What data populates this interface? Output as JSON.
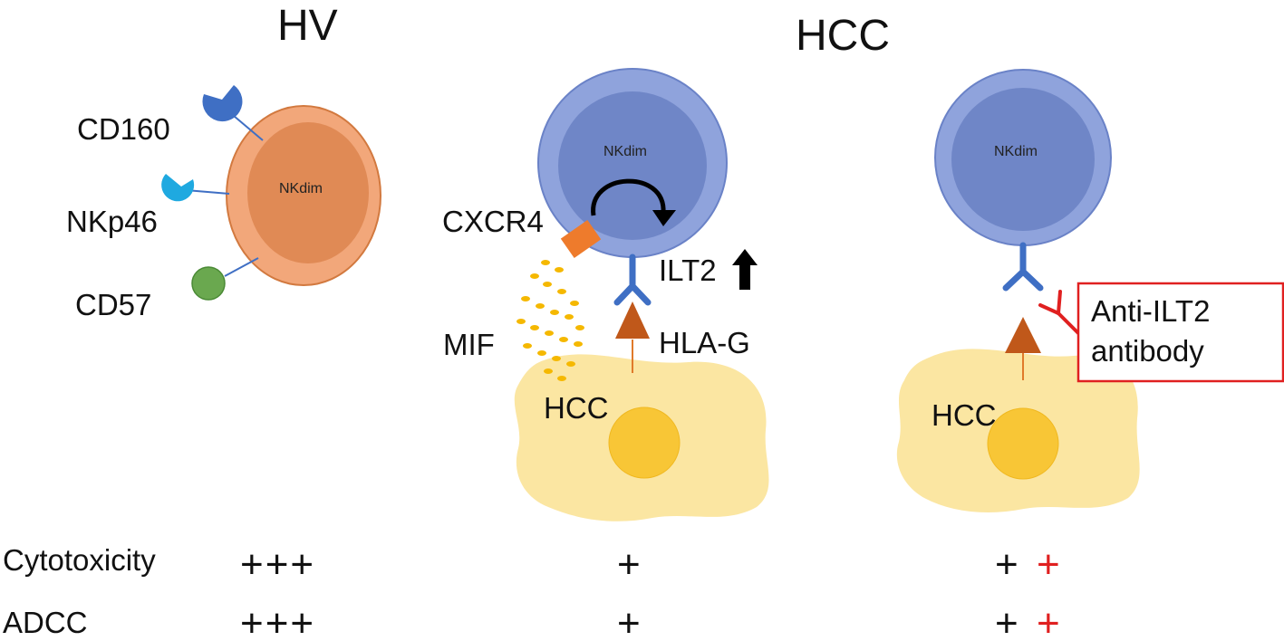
{
  "headings": {
    "hv": "HV",
    "hcc": "HCC"
  },
  "hv_panel": {
    "cell_label": "NKdim",
    "receptors": [
      "CD160",
      "NKp46",
      "CD57"
    ]
  },
  "hcc_panel": {
    "nk_label": "NKdim",
    "cxcr4": "CXCR4",
    "ilt2": "ILT2",
    "mif": "MIF",
    "hla_g": "HLA-G",
    "tumor_label": "HCC"
  },
  "treated_panel": {
    "nk_label": "NKdim",
    "antibody_box": [
      "Anti-ILT2",
      "antibody"
    ],
    "tumor_label": "HCC"
  },
  "metrics": {
    "rows": [
      {
        "label": "Cytotoxicity",
        "hv": "+++",
        "hcc": "+",
        "treated_black": "+",
        "treated_red": "+"
      },
      {
        "label": "ADCC",
        "hv": "+++",
        "hcc": "+",
        "treated_black": "+",
        "treated_red": "+"
      }
    ]
  },
  "colors": {
    "hv_cell_outer": "#f2a77a",
    "hv_cell_inner": "#e08a55",
    "nk_outer": "#8fa3dc",
    "nk_inner": "#6f86c7",
    "receptor_blue": "#3f6fc4",
    "tumor": "#fbe6a2",
    "nucleus": "#f8c636",
    "hla_g": "#c0581a",
    "cxcr4": "#ee7b2c",
    "mif": "#f5b800",
    "antibody_red": "#e02020",
    "cd57": "#6aa84f",
    "nkp46": "#1fa9e0"
  }
}
